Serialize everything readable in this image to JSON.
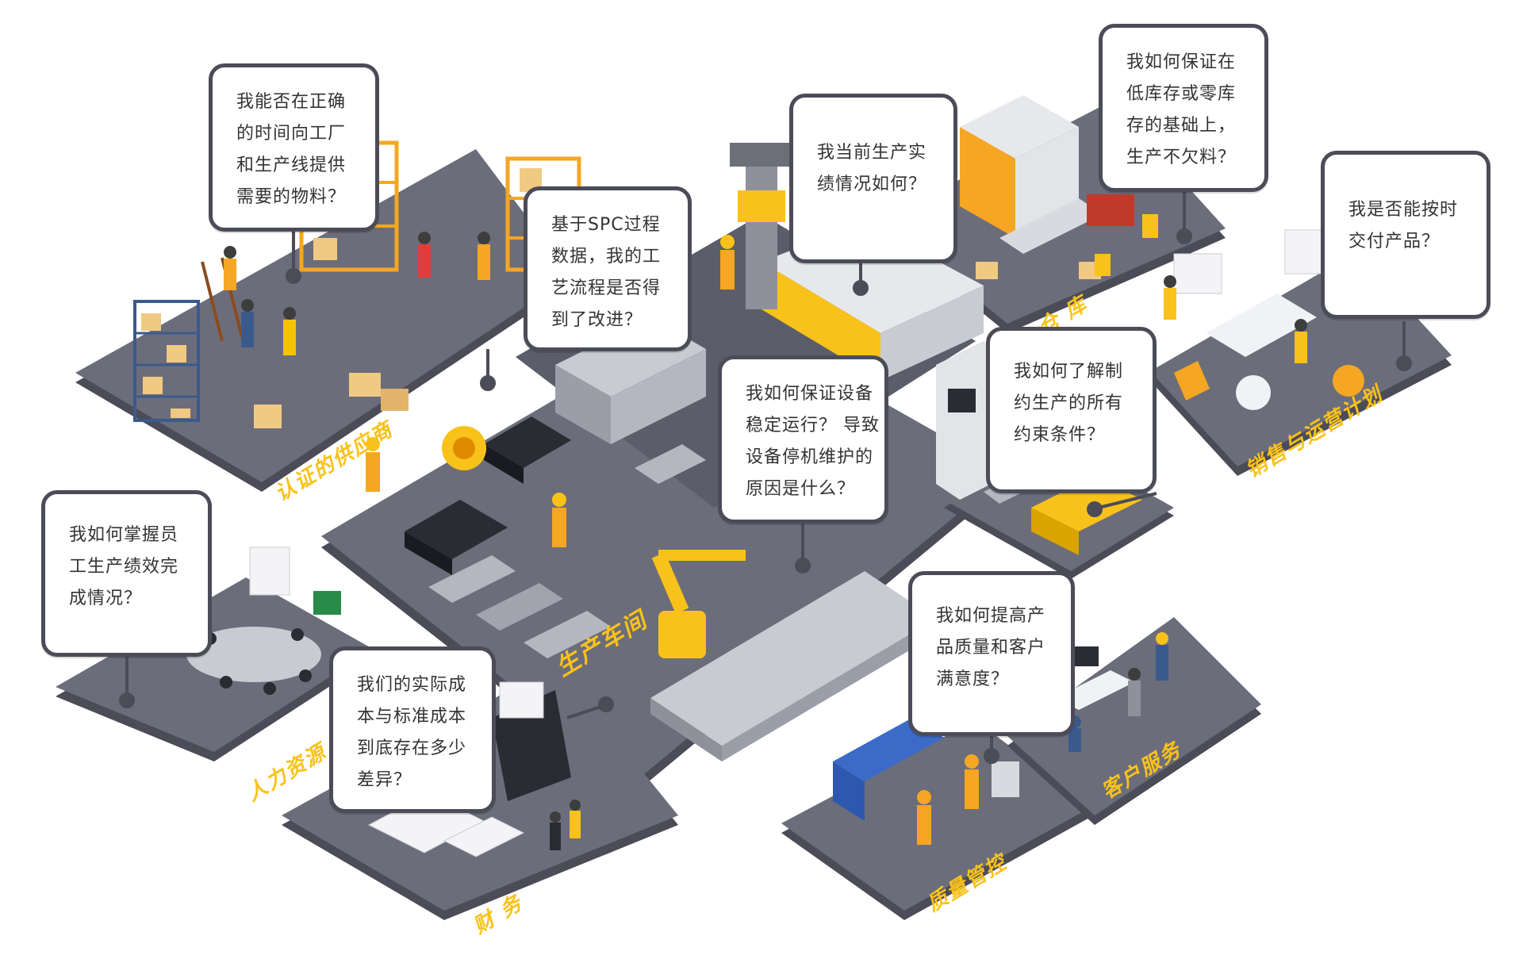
{
  "colors": {
    "platform": "#6c6d7a",
    "platform_side": "#4b4c58",
    "accent_yellow": "#f9c21a",
    "bubble_border": "#4b4c58",
    "shelf_orange": "#f5a623",
    "box_tan": "#f0c983"
  },
  "questions": {
    "supplier": {
      "line1": "我能否在正确",
      "line2": "的时间向工厂",
      "line3": "和生产线提供",
      "line4": "需要的物料？"
    },
    "spc": {
      "line1": "基于SPC过程",
      "line2": "数据，我的工",
      "line3": "艺流程是否得",
      "line4": "到了改进？"
    },
    "performance": {
      "line1": "我当前生产实",
      "line2": "绩情况如何？"
    },
    "inventory": {
      "line1": "我如何保证在",
      "line2": "低库存或零库",
      "line3": "存的基础上，",
      "line4": "生产不欠料？"
    },
    "delivery": {
      "line1": "我是否能按时",
      "line2": "交付产品？"
    },
    "equipment": {
      "line1": "我如何保证设备",
      "line2": "稳定运行？ 导致",
      "line3": "设备停机维护的",
      "line4": "原因是什么？"
    },
    "constraints": {
      "line1": "我如何了解制",
      "line2": "约生产的所有",
      "line3": "约束条件？"
    },
    "employee": {
      "line1": "我如何掌握员",
      "line2": "工生产绩效完",
      "line3": "成情况？"
    },
    "cost": {
      "line1": "我们的实际成",
      "line2": "本与标准成本",
      "line3": "到底存在多少",
      "line4": "差异？"
    },
    "quality": {
      "line1": "我如何提高产",
      "line2": "品质量和客户",
      "line3": "满意度？"
    }
  },
  "zones": {
    "supplier": "认证的供应商",
    "workshop": "生产车间",
    "warehouse": "仓 库",
    "sales_ops": "销售与运营计划",
    "hr": "人力资源",
    "finance": "财 务",
    "qc": "质量管控",
    "service": "客户服务"
  }
}
